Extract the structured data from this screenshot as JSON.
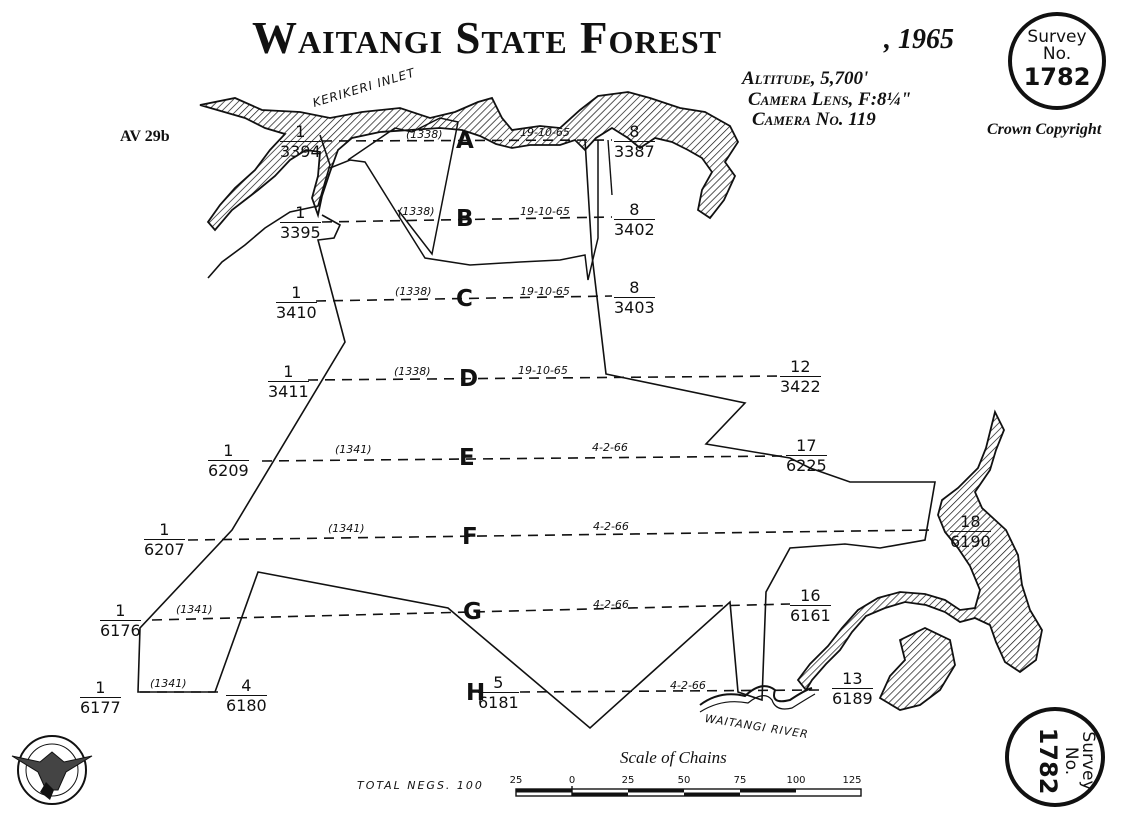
{
  "map": {
    "title": "Waitangi State Forest",
    "year": ", 1965",
    "sheet_ref": "AV 29b",
    "copyright": "Crown Copyright",
    "altitude": "Altitude, 5,700'",
    "camera_lens": "Camera Lens, F:8¼\"",
    "camera_no": "Camera No. 119",
    "total_negs": "TOTAL NEGS. 100",
    "survey_badge": {
      "survey": "Survey",
      "no": "No.",
      "number": "1782"
    },
    "features": {
      "inlet": "KERIKERI INLET",
      "river": "WAITANGI RIVER"
    },
    "scale": {
      "label": "Scale of Chains",
      "ticks": [
        "25",
        "0",
        "25",
        "50",
        "75",
        "100",
        "125"
      ]
    },
    "runs": [
      {
        "run": "A",
        "start": {
          "num": "1",
          "den": "3394"
        },
        "end": {
          "num": "8",
          "den": "3387"
        },
        "camera": "(1338)",
        "date": "19-10-65"
      },
      {
        "run": "B",
        "start": {
          "num": "1",
          "den": "3395"
        },
        "end": {
          "num": "8",
          "den": "3402"
        },
        "camera": "(1338)",
        "date": "19-10-65"
      },
      {
        "run": "C",
        "start": {
          "num": "1",
          "den": "3410"
        },
        "end": {
          "num": "8",
          "den": "3403"
        },
        "camera": "(1338)",
        "date": "19-10-65"
      },
      {
        "run": "D",
        "start": {
          "num": "1",
          "den": "3411"
        },
        "end": {
          "num": "12",
          "den": "3422"
        },
        "camera": "(1338)",
        "date": "19-10-65"
      },
      {
        "run": "E",
        "start": {
          "num": "1",
          "den": "6209"
        },
        "end": {
          "num": "17",
          "den": "6225"
        },
        "camera": "(1341)",
        "date": "4-2-66"
      },
      {
        "run": "F",
        "start": {
          "num": "1",
          "den": "6207"
        },
        "end": {
          "num": "18",
          "den": "6190"
        },
        "camera": "(1341)",
        "date": "4-2-66"
      },
      {
        "run": "G",
        "start": {
          "num": "1",
          "den": "6176"
        },
        "end": {
          "num": "16",
          "den": "6161"
        },
        "camera": "(1341)",
        "date": "4-2-66"
      },
      {
        "run": "H",
        "start": {
          "num": "1",
          "den": "6177"
        },
        "end": {
          "num": "4",
          "den": "6180"
        },
        "camera": "(1341)",
        "date": ""
      },
      {
        "run": "",
        "start": {
          "num": "5",
          "den": "6181"
        },
        "end": {
          "num": "13",
          "den": "6189"
        },
        "camera": "",
        "date": "4-2-66"
      }
    ]
  }
}
